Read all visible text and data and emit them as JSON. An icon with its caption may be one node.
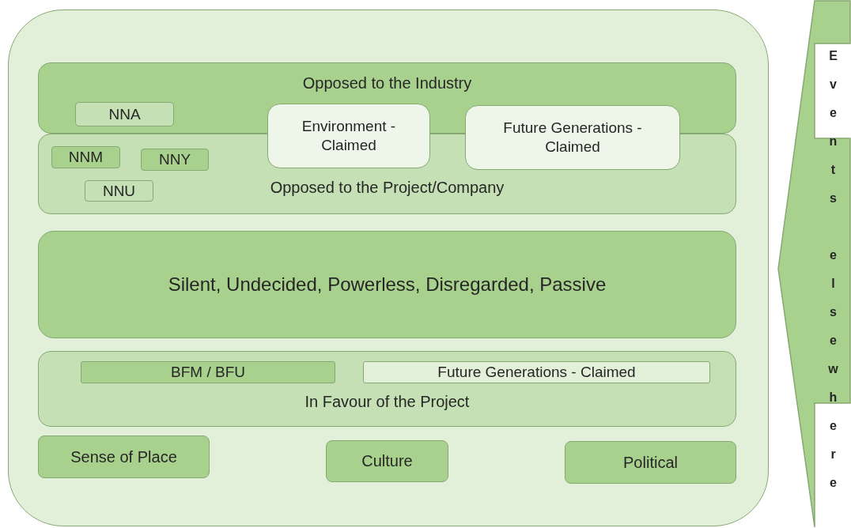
{
  "diagram": {
    "nodes": [
      {
        "text": [],
        "shape": "box"
      },
      {
        "text": [
          "Opposed to the Industry"
        ],
        "in": 0
      },
      {
        "text": [
          "NNA"
        ],
        "in": 1
      },
      {
        "text": [
          "Environment - Claimed"
        ],
        "in": 0
      },
      {
        "text": [
          "Future Generations - Claimed"
        ],
        "in": 0
      },
      {
        "text": [
          "Opposed to the Project/Company"
        ],
        "in": 0
      },
      {
        "text": [
          "NNM"
        ],
        "in": 5
      },
      {
        "text": [
          "NNY"
        ],
        "in": 5
      },
      {
        "text": [
          "NNU"
        ],
        "in": 5
      },
      {
        "text": [
          "Silent, Undecided, Powerless, Disregarded, Passive"
        ],
        "in": 0
      },
      {
        "text": [
          "In Favour of the Project"
        ],
        "in": 0
      },
      {
        "text": [
          "BFM / BFU"
        ],
        "in": 10
      },
      {
        "text": [
          "Future Generations - Claimed"
        ],
        "in": 10
      },
      {
        "text": [
          "Sense of Place"
        ],
        "in": 0
      },
      {
        "text": [
          "Culture"
        ],
        "in": 0
      },
      {
        "text": [
          "Political"
        ],
        "in": 0
      },
      {
        "text": [
          "Events elsewhere"
        ]
      }
    ]
  }
}
